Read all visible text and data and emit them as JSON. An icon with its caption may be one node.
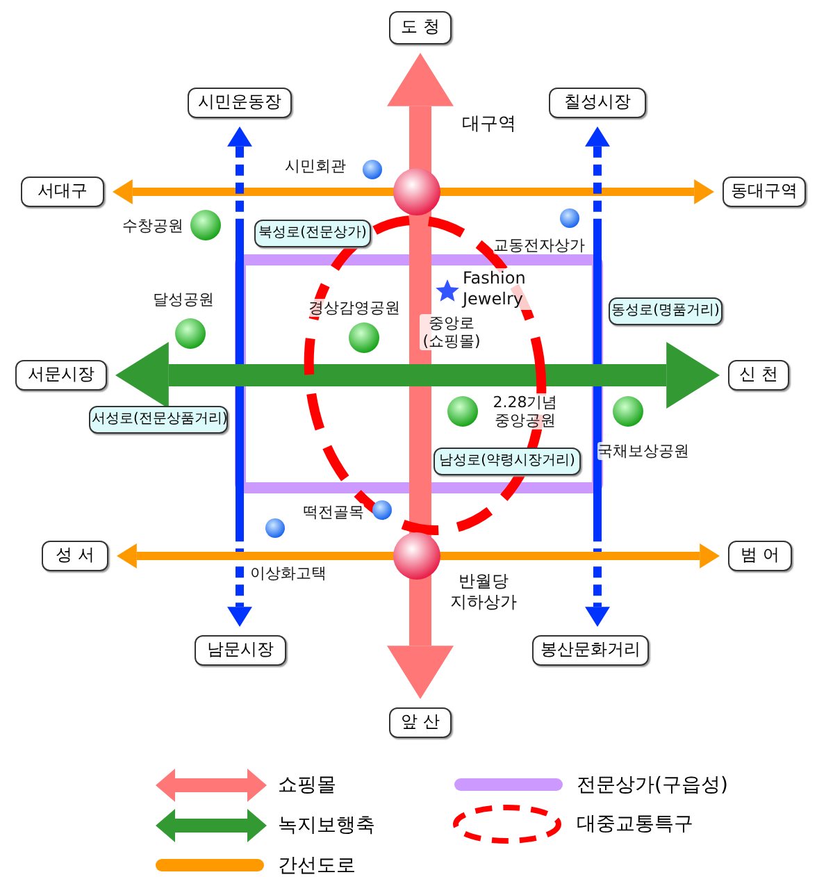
{
  "diagram": {
    "nodes": [
      {
        "text": [
          "도 청"
        ]
      },
      {
        "text": [
          "시민운동장"
        ]
      },
      {
        "text": [
          "칠성시장"
        ]
      },
      {
        "text": [
          "서대구"
        ]
      },
      {
        "text": [
          "동대구역"
        ]
      },
      {
        "text": [
          "북성로(전문상가)"
        ]
      },
      {
        "text": [
          "동성로(명품거리)"
        ]
      },
      {
        "text": [
          "서문시장"
        ]
      },
      {
        "text": [
          "신 천"
        ]
      },
      {
        "text": [
          "서성로(전문상품거리)"
        ]
      },
      {
        "text": [
          "남성로(약령시장거리)"
        ]
      },
      {
        "text": [
          "성 서"
        ]
      },
      {
        "text": [
          "범 어"
        ]
      },
      {
        "text": [
          "남문시장"
        ]
      },
      {
        "text": [
          "봉산문화거리"
        ]
      },
      {
        "text": [
          "앞 산"
        ]
      }
    ],
    "edges": [
      {
        "from": 0,
        "to": 15,
        "arrow": "both",
        "style": "thick",
        "color": "#ff7777"
      },
      {
        "from": 3,
        "to": 4,
        "arrow": "both",
        "color": "#ff9900"
      },
      {
        "from": 1,
        "to": 13,
        "arrow": "both",
        "style": "dashed",
        "color": "#0033ff"
      },
      {
        "from": 2,
        "to": 14,
        "arrow": "both",
        "style": "dashed",
        "color": "#0033ff"
      },
      {
        "from": 7,
        "to": 8,
        "arrow": "both",
        "style": "thick",
        "color": "#339933"
      },
      {
        "from": 11,
        "to": 12,
        "arrow": "both",
        "color": "#ff9900"
      }
    ],
    "labels": [
      "대구역",
      "시민회관",
      "수창공원",
      "교동전자상가",
      "Fashion Jewelry",
      "달성공원",
      "경상감영공원",
      "중앙로 (쇼핑몰)",
      "2.28기념 중앙공원",
      "국채보상공원",
      "떡전골목",
      "이상화고택",
      "반월당 지하상가"
    ],
    "legend": [
      {
        "text": "쇼핑몰",
        "color": "#ff7777"
      },
      {
        "text": "전문상가(구읍성)",
        "color": "#cc99ff"
      },
      {
        "text": "녹지보행축",
        "color": "#339933"
      },
      {
        "text": "대중교통특구",
        "color": "#ff0000"
      },
      {
        "text": "간선도로",
        "color": "#ff9900"
      }
    ]
  }
}
